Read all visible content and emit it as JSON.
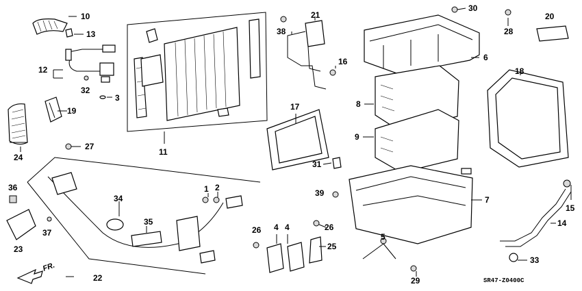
{
  "diagram": {
    "code": "SR47-Z0400C",
    "direction_label": "FR."
  },
  "callouts": [
    "10",
    "13",
    "12",
    "32",
    "3",
    "19",
    "24",
    "27",
    "11",
    "21",
    "38",
    "16",
    "17",
    "31",
    "39",
    "30",
    "28",
    "20",
    "6",
    "8",
    "9",
    "18",
    "7",
    "15",
    "14",
    "33",
    "36",
    "23",
    "37",
    "34",
    "1",
    "2",
    "35",
    "22",
    "26",
    "4",
    "25",
    "29",
    "5"
  ]
}
